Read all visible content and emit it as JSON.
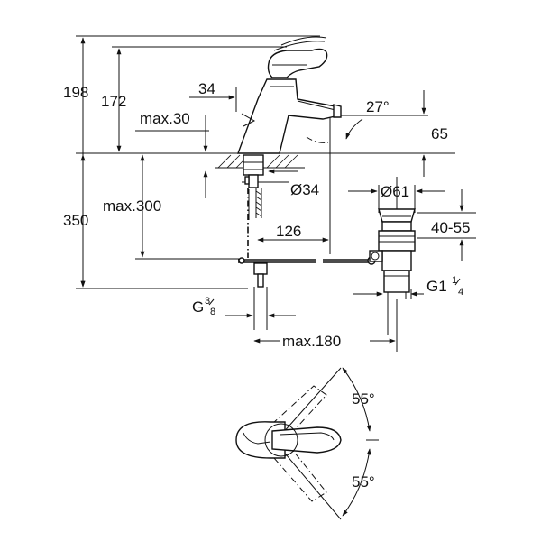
{
  "dimensions": {
    "d198": "198",
    "d172": "172",
    "d34": "34",
    "dmax30": "max.30",
    "d27": "27°",
    "d65": "65",
    "dphi34": "Ø34",
    "d350": "350",
    "dmax300": "max.300",
    "d126": "126",
    "dphi61": "Ø61",
    "d4055": "40-55",
    "g114_main": "G1",
    "g114_num": "1",
    "g114_den": "4",
    "g38_main": "G",
    "g38_num": "3",
    "g38_den": "8",
    "dmax180": "max.180",
    "d55_top": "55°",
    "d55_bottom": "55°"
  },
  "colors": {
    "line": "#111111",
    "background": "#ffffff"
  }
}
